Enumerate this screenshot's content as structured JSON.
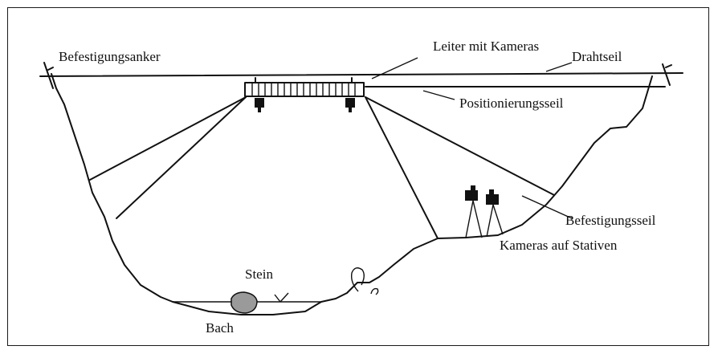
{
  "labels": {
    "befestigungsanker": "Befestigungsanker",
    "leiter": "Leiter mit Kameras",
    "drahtseil": "Drahtseil",
    "positionierungsseil": "Positionierungsseil",
    "befestigungsseil": "Befestigungsseil",
    "kameras_stativ": "Kameras auf Stativen",
    "stein": "Stein",
    "bach": "Bach"
  },
  "colors": {
    "ink": "#111111",
    "stone_fill": "#9a9a9a",
    "background": "#ffffff"
  },
  "icons": [
    "anchor-cross-icon",
    "camera-icon",
    "tripod-icon",
    "stone-icon",
    "plant-icon"
  ]
}
